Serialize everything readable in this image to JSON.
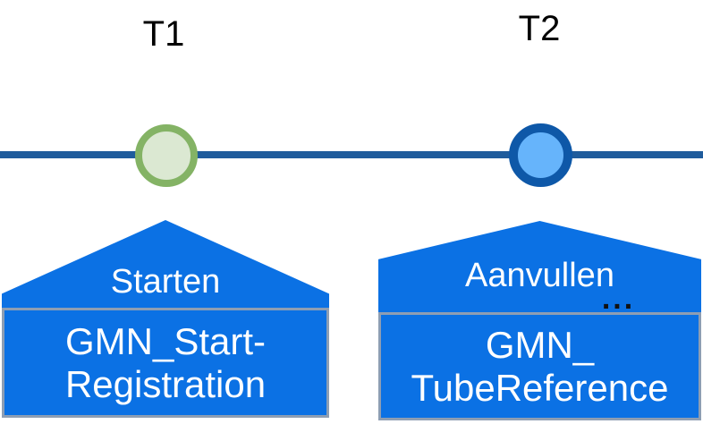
{
  "colors": {
    "shape_blue": "#0B71E4",
    "line_blue": "#1F5C9C",
    "green_border": "#84B365",
    "green_fill": "#DBE8D2",
    "darkblue_border": "#0E58A8",
    "lightblue_fill": "#66B4FB",
    "box_border_gray": "#8E9EB3",
    "label_black": "#000000",
    "text_white": "#FFFFFF"
  },
  "timeline": {
    "markers": [
      {
        "label": "T1"
      },
      {
        "label": "T2"
      }
    ]
  },
  "callouts": [
    {
      "title": "Starten",
      "line1": "GMN_Start-",
      "line2": "Registration"
    },
    {
      "title": "Aanvullen",
      "ellipsis": "...",
      "line1": "GMN_",
      "line2": "TubeReference"
    }
  ]
}
